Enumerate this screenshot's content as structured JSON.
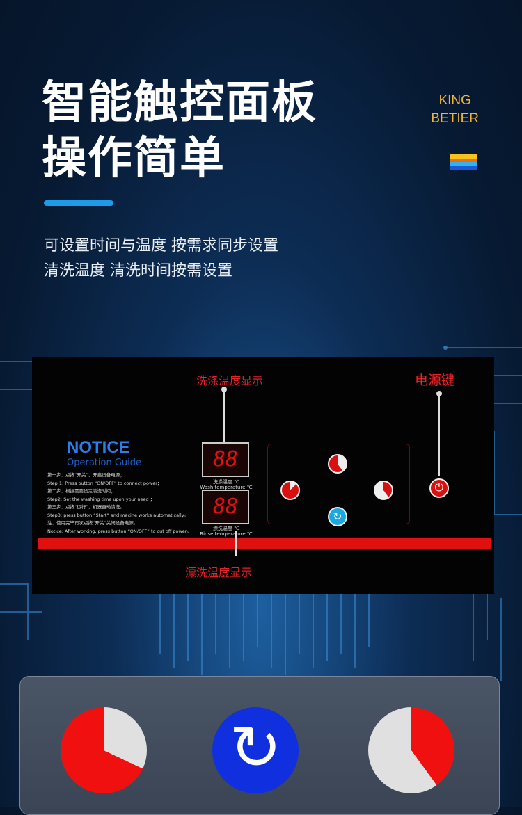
{
  "header": {
    "title_line1": "智能触控面板",
    "title_line2": "操作简单",
    "brand_line1": "KING",
    "brand_line2": "BETIER"
  },
  "subtitle": {
    "line1": "可设置时间与温度 按需求同步设置",
    "line2": "清洗温度 清洗时间按需设置"
  },
  "panel": {
    "wash_display_label": "洗涤温度显示",
    "power_key_label": "电源键",
    "rinse_display_label": "漂洗温度显示",
    "notice_title": "NOTICE",
    "notice_subtitle": "Operation Guide",
    "steps": [
      "第一步：点按“开关”，开启设备电源；",
      "Step 1: Press button “ON/OFF” to connect power；",
      "第二步：根据需要设定清洗时间；",
      "Step2: Set the washing time upon your need ；",
      "第三步：点按“运行”，机器自动清洗。",
      "Step3: press button “Start” and macine works automatically。",
      "注：使用完毕再次点按“开关”关闭设备电源。",
      "Notice: After working, press button “ON/OFF” to cut off power。"
    ],
    "wash_display_value": "88",
    "wash_cn": "洗涤温度 ℃",
    "wash_en": "Wash temperature ℃",
    "rinse_display_value": "88",
    "rinse_cn": "漂洗温度 ℃",
    "rinse_en": "Rinse temperature ℃"
  },
  "colors": {
    "accent_red": "#e01010",
    "accent_blue": "#1d9be8",
    "brand": "#f0b43a",
    "start_blue": "#1030e0"
  }
}
